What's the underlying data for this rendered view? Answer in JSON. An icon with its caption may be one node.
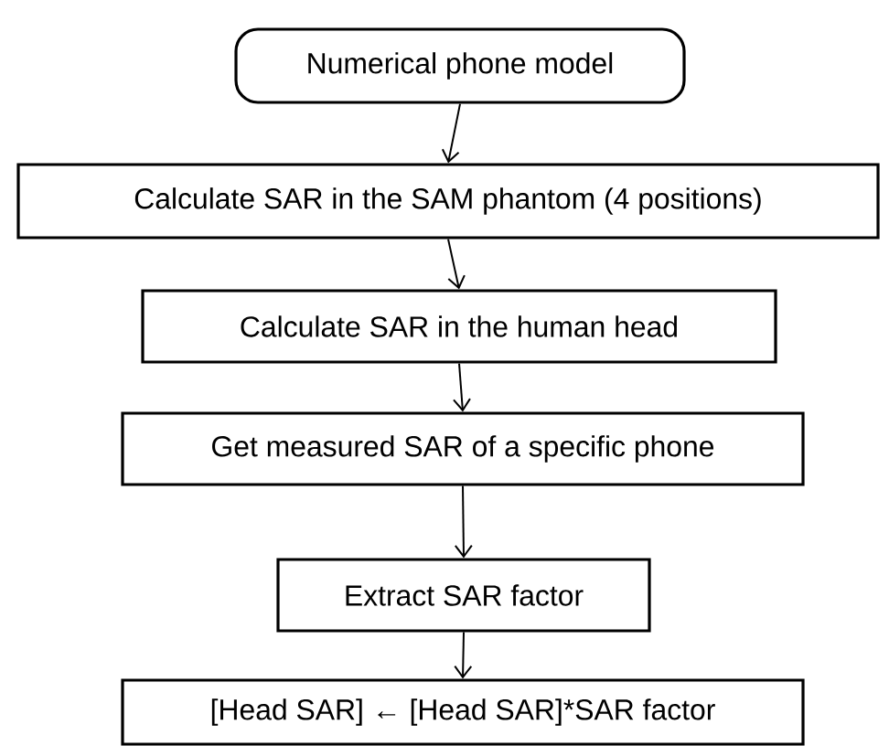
{
  "diagram": {
    "nodes": [
      {
        "text": [
          "Numerical phone model"
        ]
      },
      {
        "text": [
          "Calculate SAR in the SAM phantom (4 positions)"
        ]
      },
      {
        "text": [
          "Calculate SAR in the human head"
        ]
      },
      {
        "text": [
          "Get measured SAR of a specific phone"
        ]
      },
      {
        "text": [
          "Extract SAR factor"
        ]
      },
      {
        "text": [
          "[Head SAR] ← [Head SAR]*SAR factor"
        ]
      }
    ],
    "edges": [
      {
        "from": 0,
        "to": 1,
        "arrow": "to"
      },
      {
        "from": 1,
        "to": 2,
        "arrow": "to"
      },
      {
        "from": 2,
        "to": 3,
        "arrow": "to"
      },
      {
        "from": 3,
        "to": 4,
        "arrow": "to"
      },
      {
        "from": 4,
        "to": 5,
        "arrow": "to"
      }
    ]
  }
}
